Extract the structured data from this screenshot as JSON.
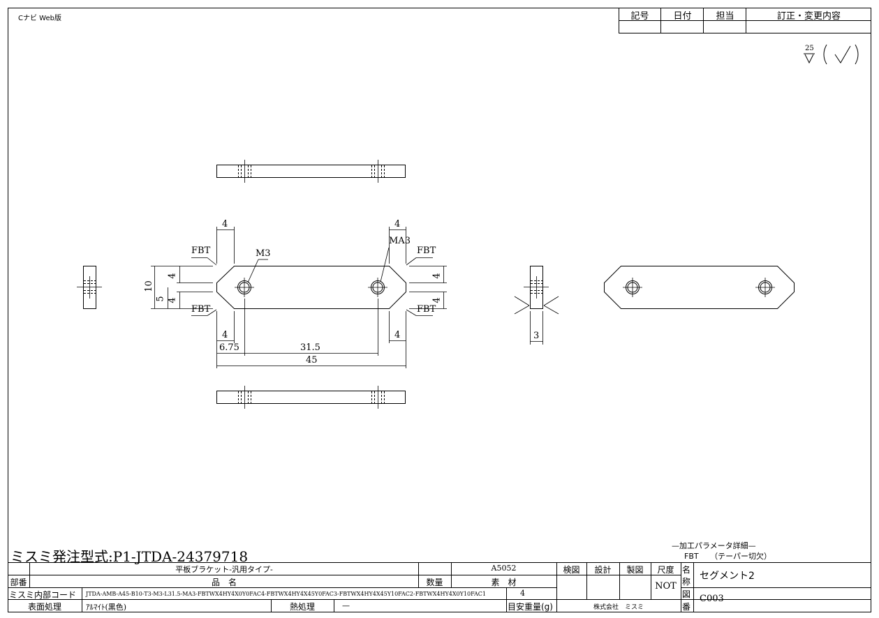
{
  "header": {
    "app_label": "Cナビ Web版",
    "revision_cols": [
      "記号",
      "日付",
      "担当",
      "訂正・変更内容"
    ]
  },
  "surface": {
    "roughness": "25"
  },
  "dimensions": {
    "fbt_labels": [
      "FBT",
      "FBT",
      "FBT",
      "FBT"
    ],
    "top_4": "4",
    "top_4_right": "4",
    "m3": "M3",
    "ma3": "MA3",
    "h_10": "10",
    "h_4a": "4",
    "h_5": "5",
    "h_4b": "4",
    "r_4a": "4",
    "r_4b": "4",
    "bot_4_left": "4",
    "bot_4_right": "4",
    "d_675": "6.75",
    "d_315": "31.5",
    "d_45": "45",
    "side_3": "3"
  },
  "order": {
    "label": "ミスミ発注型式:P1-JTDA-24379718"
  },
  "fbt_detail": {
    "title": "—加工パラメータ詳細—",
    "line": "FBT　　（テーパー切欠）"
  },
  "title_block": {
    "part_name": "平板ブラケット-汎用タイプ-",
    "material": "A5052",
    "quantity": "4",
    "code": "JTDA-AMB-A45-B10-T3-M3-L31.5-MA3-FBTWX4HY4X0Y0FAC4-FBTWX4HY4X45Y0FAC3-FBTWX4HY4X45Y10FAC2-FBTWX4HY4X0Y10FAC1",
    "surface_treatment": "ｱﾙﾏｲﾄ(黒色)",
    "heat_treatment": "—",
    "company": "株式会社　ミスミ",
    "labels": {
      "part_no": "部番",
      "hinmei": "品　名",
      "qty": "数量",
      "material": "素　材",
      "inspect": "検図",
      "design": "設計",
      "draft": "製図",
      "scale": "尺度",
      "misumi_code": "ミスミ内部コード",
      "surface": "表面処理",
      "heat": "熱処理",
      "weight": "目安重量(g)",
      "name_char1": "名",
      "name_char2": "称",
      "dwg_char1": "図",
      "dwg_char2": "番"
    },
    "scale_value": "NOT",
    "drawing_name": "セグメント2",
    "drawing_number": "C003"
  }
}
